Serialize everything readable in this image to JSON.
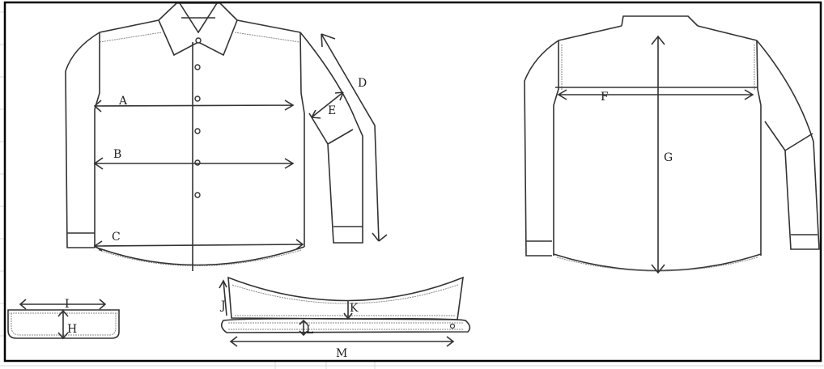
{
  "diagram": {
    "labels": {
      "A": "A",
      "B": "B",
      "C": "C",
      "D": "D",
      "E": "E",
      "F": "F",
      "G": "G",
      "H": "H",
      "I": "I",
      "J": "J",
      "K": "K",
      "L": "L",
      "M": "M"
    },
    "colors": {
      "line": "#333333",
      "border": "#000000",
      "grid": "#d9d9d9"
    }
  }
}
